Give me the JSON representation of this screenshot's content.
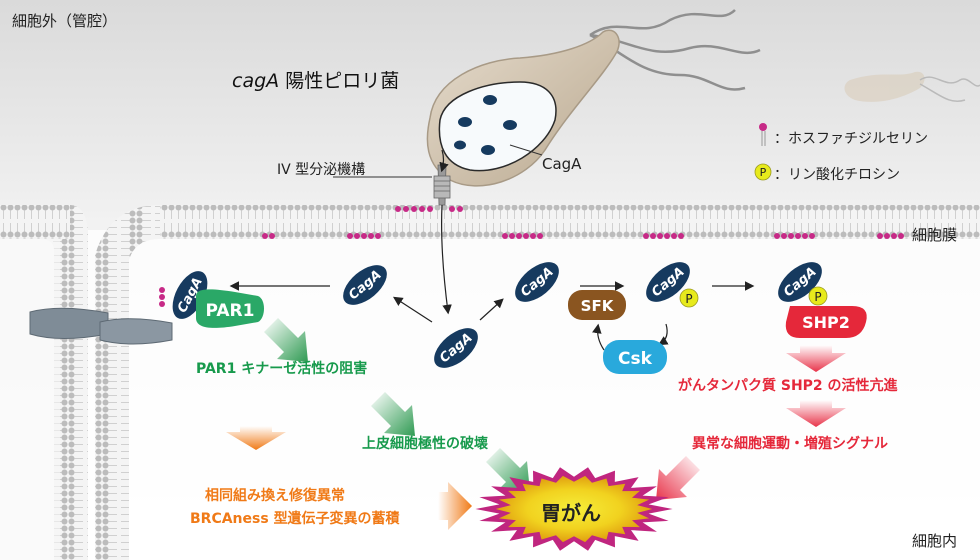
{
  "regions": {
    "extracellular": "細胞外（管腔）",
    "membrane": "細胞膜",
    "intracellular": "細胞内"
  },
  "title": {
    "prefix": "cagA",
    "suffix": " 陽性ピロリ菌"
  },
  "labels": {
    "secretion_system": "IV 型分泌機構",
    "cagA_pointer": "CagA"
  },
  "legend": {
    "phospholipid": "：ホスファチジルセリン",
    "phospho_symbol": "P",
    "phosphotyrosine": "：リン酸化チロシン"
  },
  "molecules": {
    "cagA": "CagA",
    "par1": "PAR1",
    "sfk": "SFK",
    "csk": "Csk",
    "shp2": "SHP2",
    "p": "P"
  },
  "effects": {
    "par1_inhibition": "PAR1 キナーゼ活性の阻害",
    "polarity_disruption": "上皮細胞極性の破壊",
    "shp2_activation": "がんタンパク質 SHP2 の活性亢進",
    "signal": "異常な細胞運動・増殖シグナル",
    "hr_line1": "相同組み換え修復異常",
    "hr_line2": "BRCAness 型遺伝子変異の蓄積",
    "cancer": "胃がん"
  },
  "colors": {
    "cagA": "#163a5f",
    "par1": "#2aa867",
    "sfk": "#8a5520",
    "csk": "#29a9dc",
    "shp2": "#e5283a",
    "phospho": "#e7ea1c",
    "serine": "#c72a87",
    "green_text": "#179a4c",
    "red_text": "#e5283a",
    "orange_text": "#f07a17",
    "cancer_burst": "#c0267f"
  }
}
